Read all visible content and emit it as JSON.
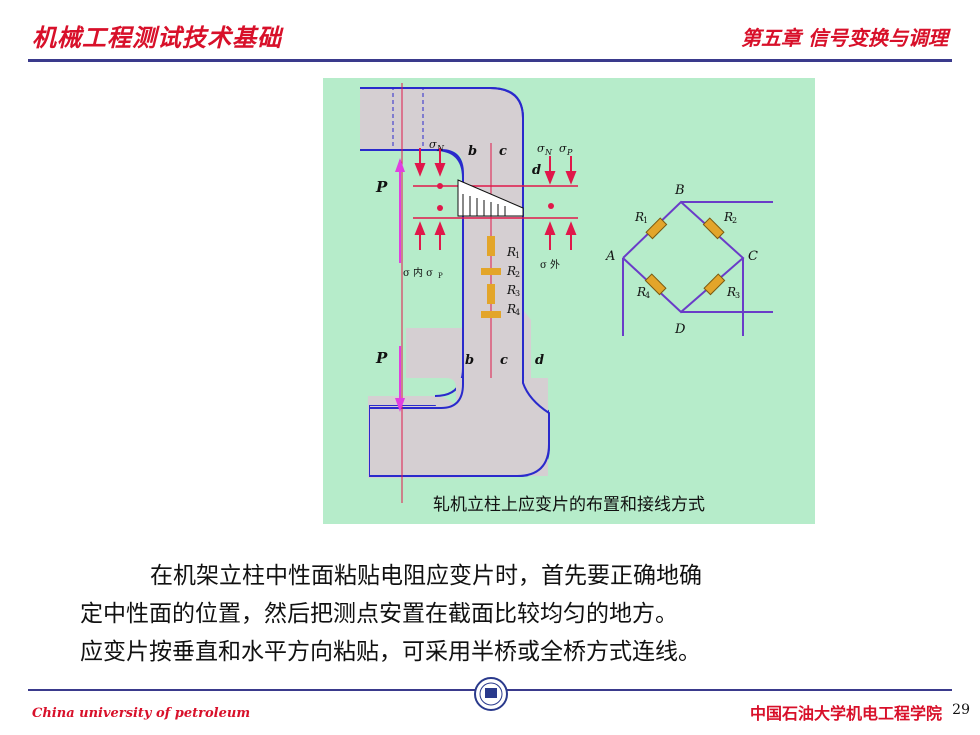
{
  "header": {
    "course_title": "机械工程测试技术基础",
    "chapter_title": "第五章 信号变换与调理"
  },
  "figure": {
    "caption": "轧机立柱上应变片的布置和接线方式",
    "labels": {
      "P_top": "P",
      "P_bottom": "P",
      "sigma_N_left": "σ",
      "sigma_N_left_sub": "N",
      "b_top": "b",
      "c_top": "c",
      "d_top": "d",
      "sigma_N_right": "σ",
      "sigma_N_right_sub": "N",
      "sigma_P_right": "σ",
      "sigma_P_right_sub": "P",
      "sigma_inner": "σ 内 σ",
      "sigma_inner_sub": "P",
      "sigma_outer": "σ 外",
      "R1": "R",
      "R1_sub": "1",
      "R2": "R",
      "R2_sub": "2",
      "R3": "R",
      "R3_sub": "3",
      "R4": "R",
      "R4_sub": "4",
      "b_bottom": "b",
      "c_bottom": "c",
      "d_bottom": "d",
      "bridge_A": "A",
      "bridge_B": "B",
      "bridge_C": "C",
      "bridge_D": "D",
      "bridge_R1": "R",
      "bridge_R1_sub": "1",
      "bridge_R2": "R",
      "bridge_R2_sub": "2",
      "bridge_R3": "R",
      "bridge_R3_sub": "3",
      "bridge_R4": "R",
      "bridge_R4_sub": "4"
    }
  },
  "body": {
    "line1": "在机架立柱中性面粘贴电阻应变片时，首先要正确地确",
    "line2": "定中性面的位置，然后把测点安置在截面比较均匀的地方。",
    "line3": "应变片按垂直和水平方向粘贴，可采用半桥或全桥方式连线。"
  },
  "footer": {
    "university_en": "China university of petroleum",
    "college_cn": "中国石油大学机电工程学院",
    "page_number": "29"
  },
  "colors": {
    "header_red": "#d8102a",
    "rule_blue": "#3a3a8c",
    "panel_green": "#b6ecca",
    "structure_gray": "#d5cfd2",
    "outline_blue": "#2a2acc",
    "arrow_red": "#e0184a",
    "load_magenta": "#e040e0",
    "gauge_orange": "#e3a52a",
    "bridge_purple": "#6a3cc8"
  }
}
